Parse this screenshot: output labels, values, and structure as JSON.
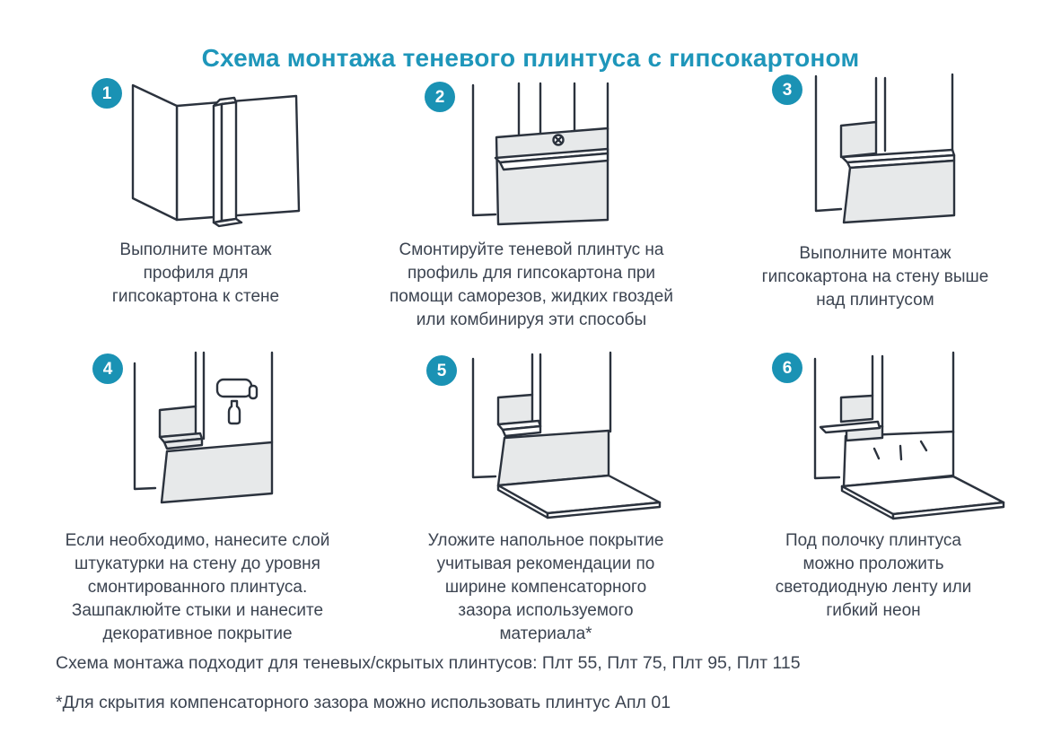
{
  "title": "Схема монтажа теневого плинтуса с гипсокартоном",
  "steps": [
    {
      "number": "1",
      "caption": "Выполните монтаж\nпрофиля для\nгипсокартона к стене"
    },
    {
      "number": "2",
      "caption": "Смонтируйте теневой плинтус на\nпрофиль для гипсокартона при\nпомощи саморезов, жидких гвоздей\nили комбинируя эти способы"
    },
    {
      "number": "3",
      "caption": "Выполните монтаж\nгипсокартона на стену выше\nнад плинтусом"
    },
    {
      "number": "4",
      "caption": "Если необходимо, нанесите слой\nштукатурки на стену до уровня\nсмонтированного плинтуса.\nЗашпаклюйте стыки и нанесите\nдекоративное покрытие"
    },
    {
      "number": "5",
      "caption": "Уложите напольное покрытие\nучитывая рекомендации по\nширине компенсаторного\nзазора используемого\nматериала*"
    },
    {
      "number": "6",
      "caption": "Под полочку плинтуса\nможно проложить\nсветодиодную ленту или\nгибкий неон"
    }
  ],
  "footnotes": {
    "compatibility": "Схема монтажа подходит для теневых/скрытых плинтусов: Плт 55, Плт 75, Плт 95, Плт 115",
    "asterisk": "*Для скрытия компенсаторного зазора можно использовать плинтус Апл 01"
  },
  "colors": {
    "accent": "#1E96BA",
    "badge": "#1A92B4",
    "line": "#2B323D",
    "panel_gray": "#E7E9EA",
    "text": "#3C4451"
  }
}
